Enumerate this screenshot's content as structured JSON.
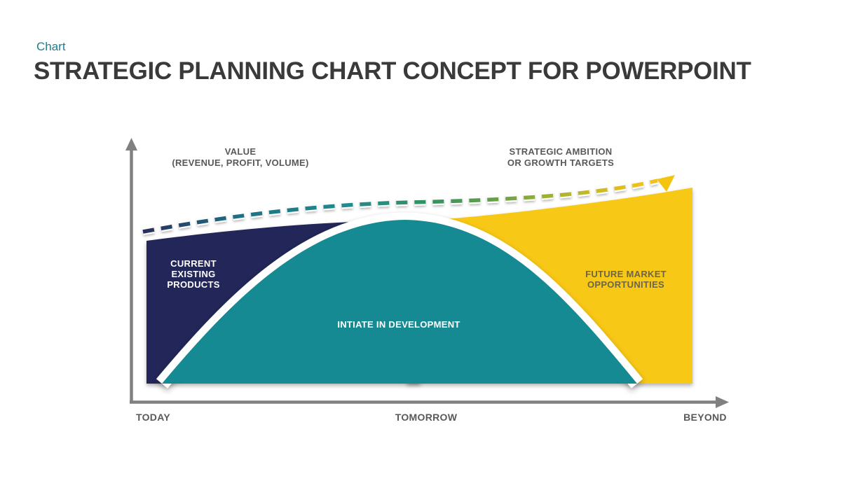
{
  "slide": {
    "kicker": "Chart",
    "title": "STRATEGIC PLANNING CHART CONCEPT FOR POWERPOINT"
  },
  "diagram": {
    "value_axis_title": {
      "line1": "VALUE",
      "line2": "(REVENUE, PROFIT, VOLUME)"
    },
    "ambition_label": {
      "line1": "STRATEGIC AMBITION",
      "line2": "OR GROWTH TARGETS"
    },
    "x_axis_labels": {
      "today": "TODAY",
      "tomorrow": "TOMORROW",
      "beyond": "BEYOND"
    },
    "regions": [
      {
        "name": "current-existing-products",
        "lines": [
          "CURRENT",
          "EXISTING",
          "PRODUCTS"
        ],
        "color": "#242759",
        "text_color": "#FFFFFF"
      },
      {
        "name": "intiate-in-development",
        "lines": [
          "INTIATE IN DEVELOPMENT"
        ],
        "color": "#168A92",
        "text_color": "#FFFFFF"
      },
      {
        "name": "future-market-opportunities",
        "lines": [
          "FUTURE MARKET",
          "OPPORTUNITIES"
        ],
        "color": "#F8C814",
        "text_color": "#6C654A"
      }
    ],
    "growth_curve": {
      "gradient_stops": [
        "#2A2F5C",
        "#1D7086",
        "#1F8B8F",
        "#35925F",
        "#6AA344",
        "#B0B52C",
        "#F2C117"
      ],
      "arrow_color": "#F5C40F",
      "band_color": "#FFFFFF"
    },
    "colors": {
      "axis": "#808080",
      "kicker_accent": "#1A808F",
      "title_text": "#3A3A3A",
      "axis_text": "#595959"
    }
  }
}
